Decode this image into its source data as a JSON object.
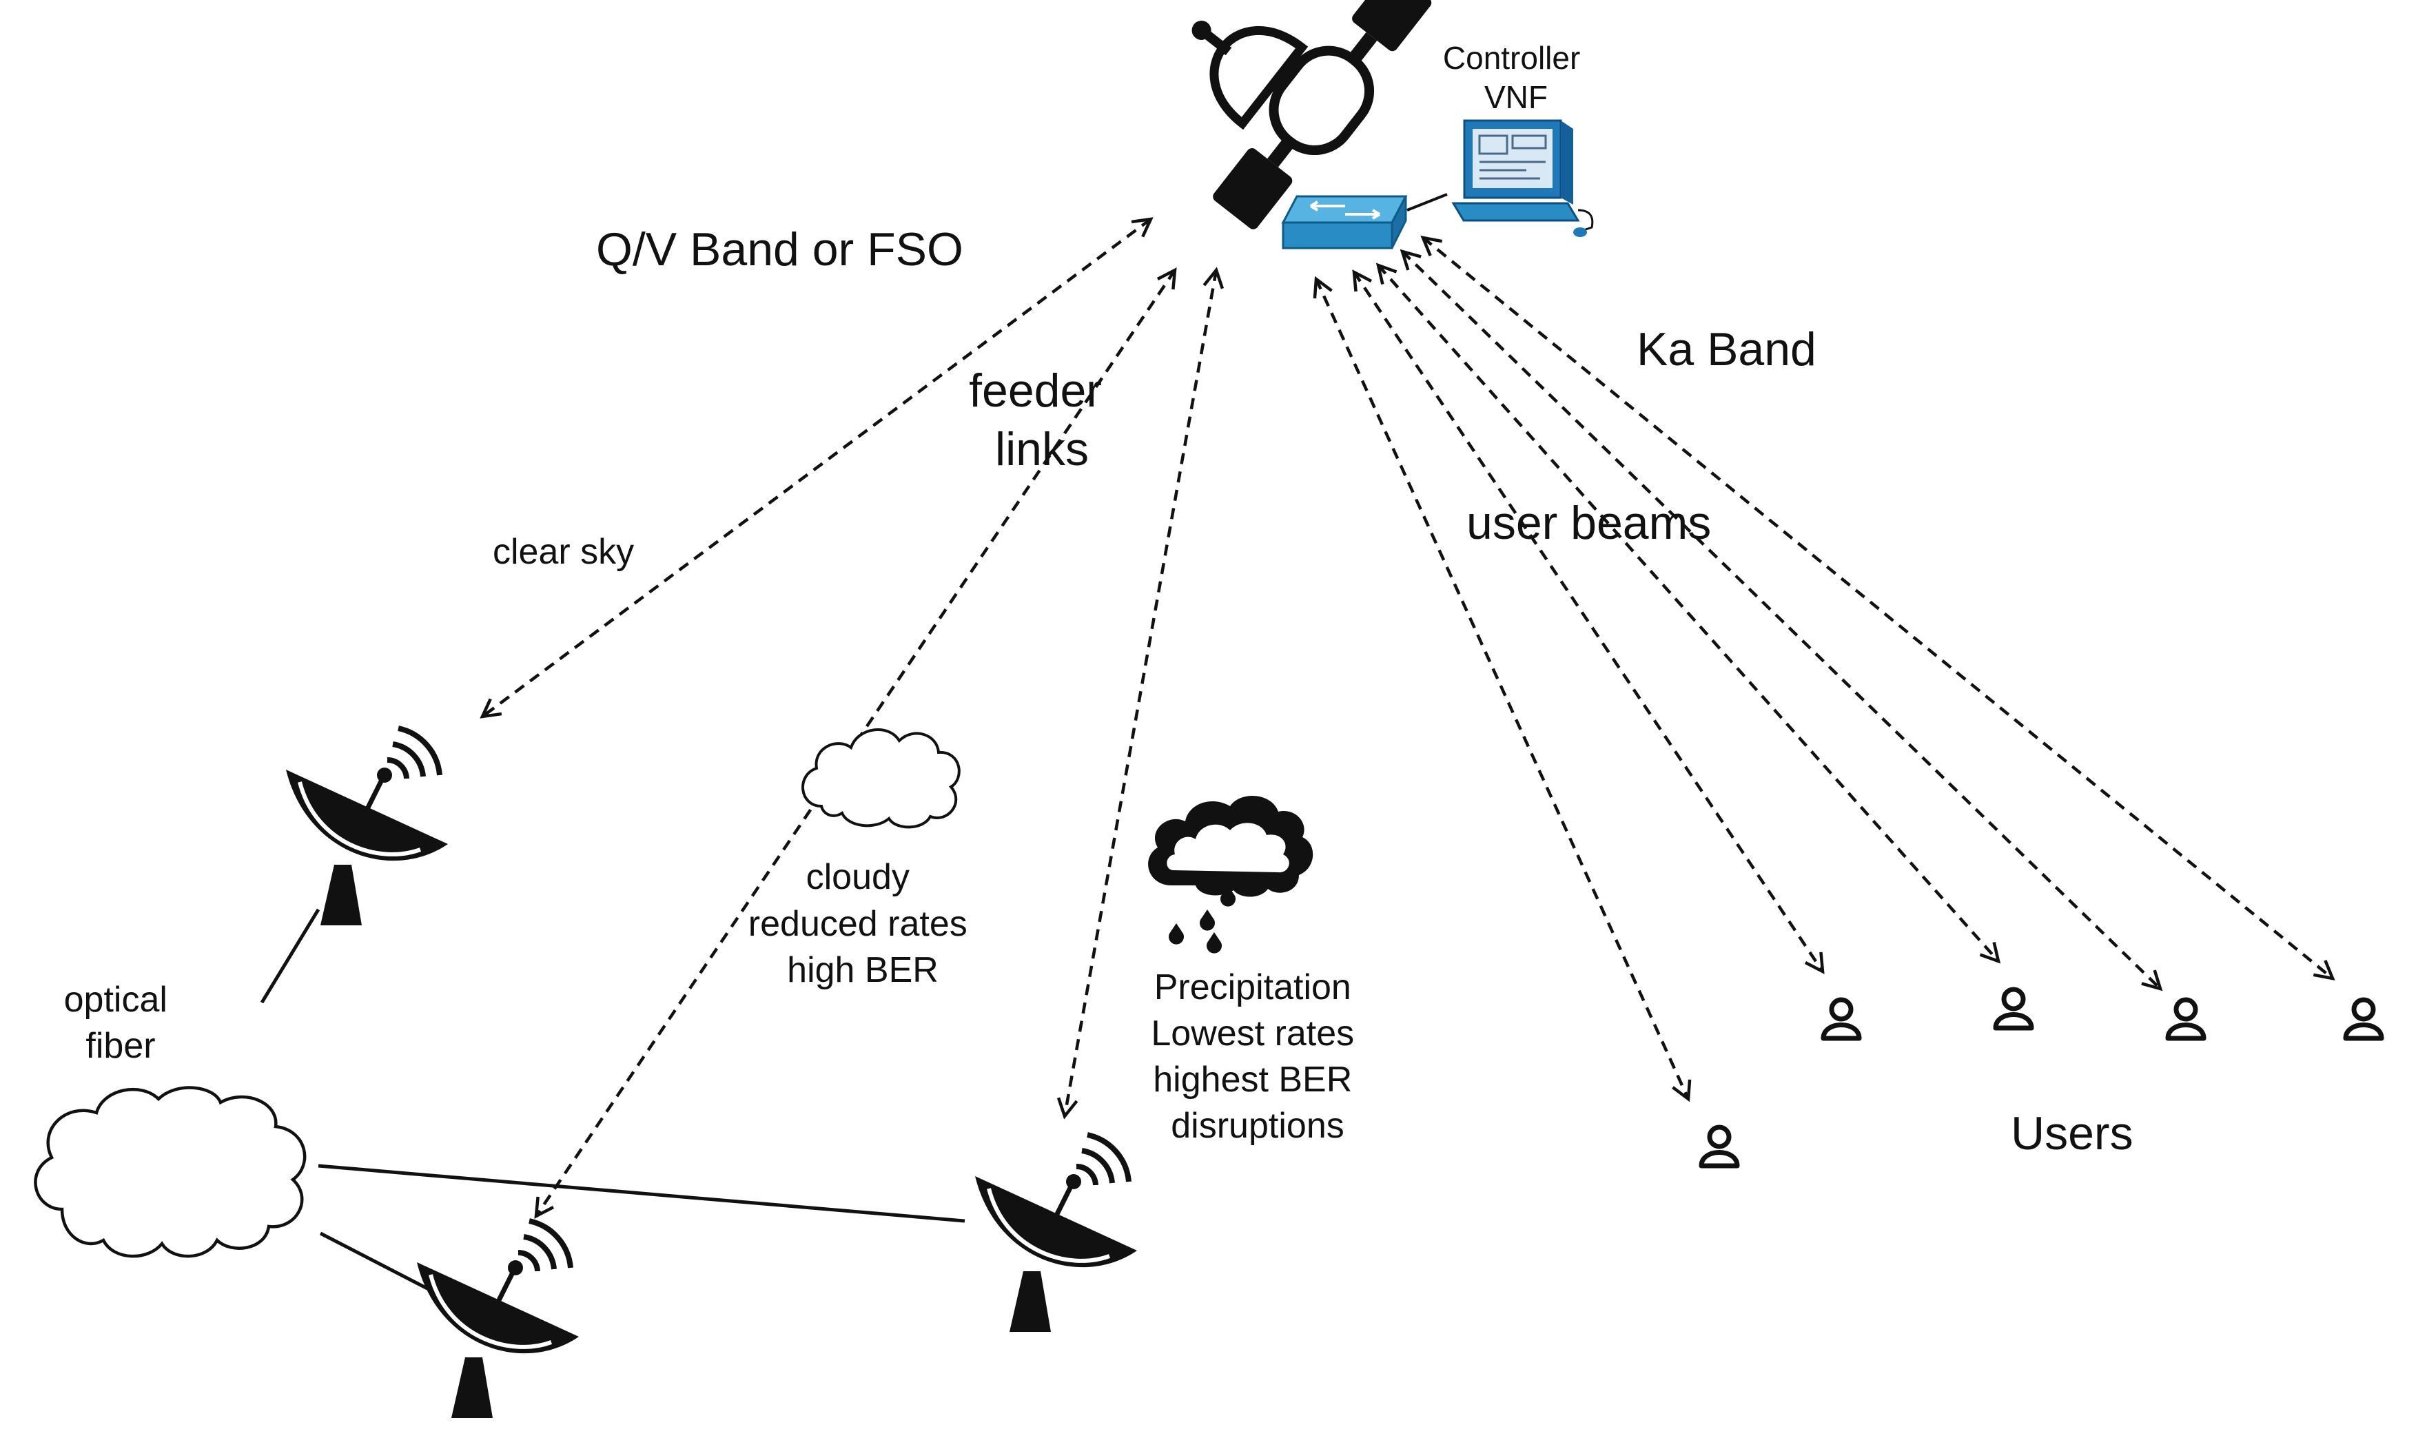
{
  "labels": {
    "qv_band": "Q/V Band or FSO",
    "feeder_1": "feeder",
    "feeder_2": "links",
    "clear_sky": "clear sky",
    "ka_band": "Ka Band",
    "user_beams": "user beams",
    "controller_1": "Controller",
    "controller_2": "VNF",
    "cloudy_1": "cloudy",
    "cloudy_2": "reduced rates",
    "cloudy_3": "high BER",
    "precip_1": "Precipitation",
    "precip_2": "Lowest rates",
    "precip_3": "highest BER",
    "precip_4": "disruptions",
    "optical_1": "optical",
    "optical_2": "fiber",
    "users": "Users"
  },
  "colors": {
    "ink": "#111111",
    "switch_blue": "#2a8cc4",
    "switch_top": "#56b3e2",
    "monitor_blue": "#1f78b8",
    "screen": "#d9e8f5"
  },
  "icons": [
    "satellite-icon",
    "network-switch-icon",
    "controller-computer-icon",
    "ground-station-dish-icon",
    "cloud-icon",
    "rain-cloud-icon",
    "user-icon"
  ]
}
